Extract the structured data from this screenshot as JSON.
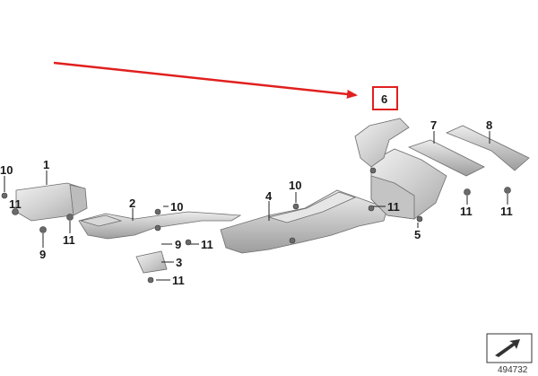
{
  "diagram": {
    "callouts": {
      "p1": "1",
      "p2": "2",
      "p3": "3",
      "p4": "4",
      "p5": "5",
      "p6": "6",
      "p7": "7",
      "p8": "8",
      "p9a": "9",
      "p9b": "9",
      "p10a": "10",
      "p10b": "10",
      "p10c": "10",
      "p11a": "11",
      "p11b": "11",
      "p11c": "11",
      "p11d": "11",
      "p11e": "11",
      "p11f": "11",
      "p11g": "11"
    },
    "highlight": {
      "part": "6",
      "color": "#e0201e"
    },
    "arrow_color": "#e0201e",
    "reference_number": "494732"
  }
}
